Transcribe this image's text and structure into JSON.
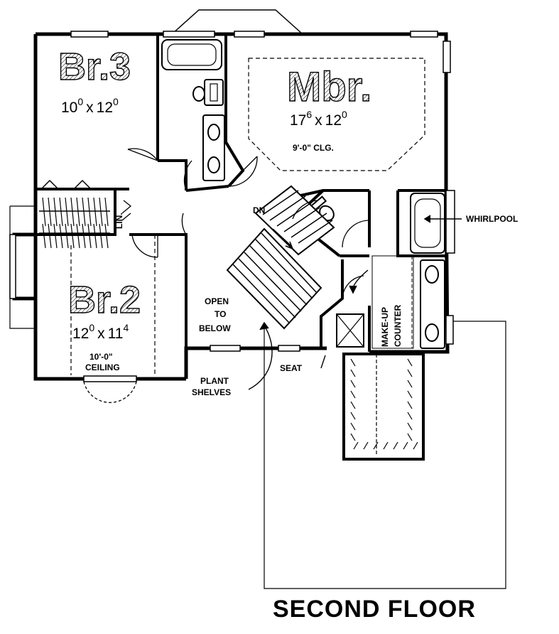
{
  "plan_title": "SECOND FLOOR",
  "rooms": {
    "br3": {
      "name": "Br.3",
      "size_main1": "10",
      "sup1": "0",
      "x": "x",
      "size_main2": "12",
      "sup2": "0"
    },
    "mbr": {
      "name": "Mbr.",
      "size_main1": "17",
      "sup1": "6",
      "x": "x",
      "size_main2": "12",
      "sup2": "0",
      "ceiling": "9'-0\" CLG."
    },
    "br2": {
      "name": "Br.2",
      "size_main1": "12",
      "sup1": "0",
      "x": "x",
      "size_main2": "11",
      "sup2": "4",
      "ceiling_line1": "10'-0\"",
      "ceiling_line2": "CEILING"
    }
  },
  "labels": {
    "linen": "LIN.",
    "down": "DN",
    "whirlpool": "WHIRLPOOL",
    "open_line1": "OPEN",
    "open_line2": "TO",
    "open_line3": "BELOW",
    "seat": "SEAT",
    "plant_line1": "PLANT",
    "plant_line2": "SHELVES",
    "counter_line1": "MAKE-UP",
    "counter_line2": "COUNTER"
  }
}
